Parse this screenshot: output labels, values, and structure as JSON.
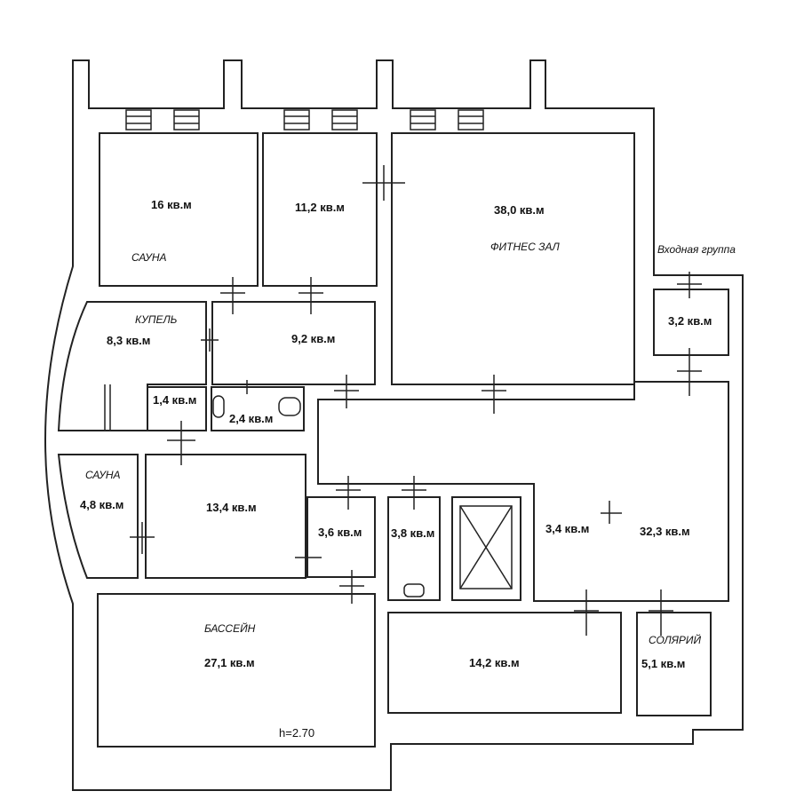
{
  "plan": {
    "rooms": [
      {
        "id": "r1",
        "area": "16 кв.м",
        "name": "САУНА"
      },
      {
        "id": "r2",
        "area": "11,2 кв.м",
        "name": ""
      },
      {
        "id": "r3",
        "area": "38,0 кв.м",
        "name": "ФИТНЕС ЗАЛ"
      },
      {
        "id": "r4",
        "area": "3,2 кв.м",
        "name": "Входная группа"
      },
      {
        "id": "r5",
        "area": "8,3 кв.м",
        "name": "КУПЕЛЬ"
      },
      {
        "id": "r6",
        "area": "9,2 кв.м",
        "name": ""
      },
      {
        "id": "r7",
        "area": "1,4 кв.м",
        "name": ""
      },
      {
        "id": "r8",
        "area": "2,4 кв.м",
        "name": ""
      },
      {
        "id": "r9",
        "area": "4,8 кв.м",
        "name": "САУНА"
      },
      {
        "id": "r10",
        "area": "13,4 кв.м",
        "name": ""
      },
      {
        "id": "r11",
        "area": "3,6 кв.м",
        "name": ""
      },
      {
        "id": "r12",
        "area": "3,8 кв.м",
        "name": ""
      },
      {
        "id": "r13",
        "area": "3,4 кв.м",
        "name": ""
      },
      {
        "id": "r14",
        "area": "32,3 кв.м",
        "name": ""
      },
      {
        "id": "r15",
        "area": "27,1 кв.м",
        "name": "БАССЕЙН"
      },
      {
        "id": "r16",
        "area": "14,2 кв.м",
        "name": ""
      },
      {
        "id": "r17",
        "area": "5,1 кв.м",
        "name": "СОЛЯРИЙ"
      }
    ],
    "height_note": "h=2.70"
  }
}
